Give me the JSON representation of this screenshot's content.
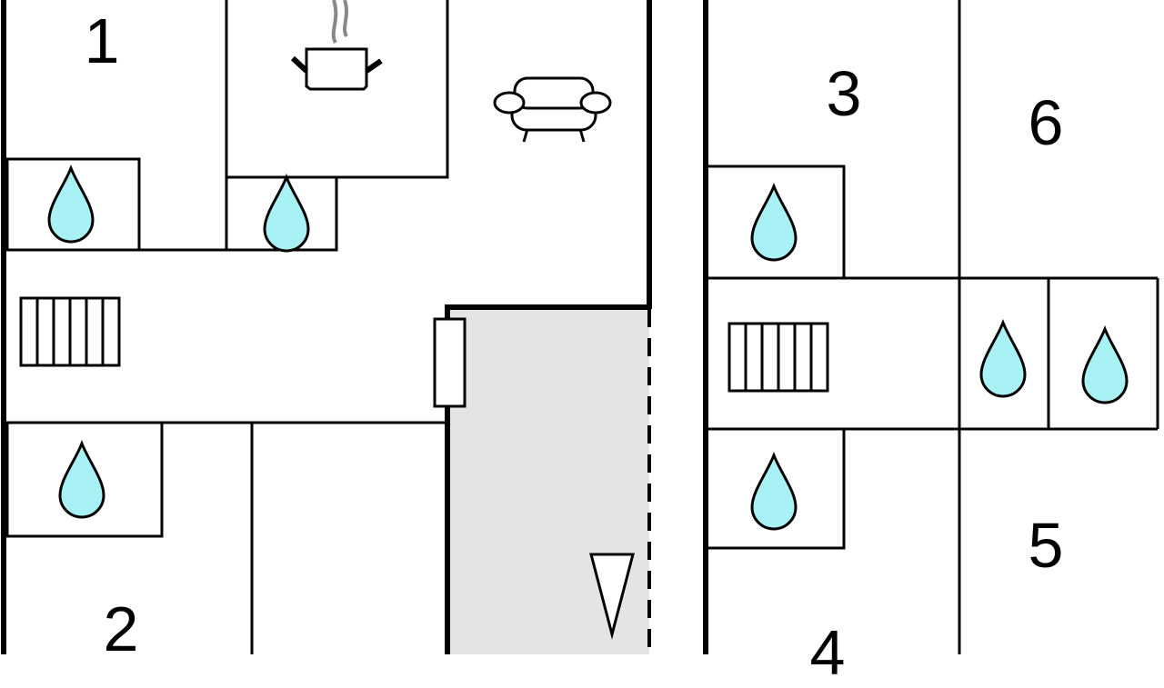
{
  "rooms": [
    {
      "label": "1"
    },
    {
      "label": "2"
    },
    {
      "label": "3"
    },
    {
      "label": "4"
    },
    {
      "label": "5"
    },
    {
      "label": "6"
    }
  ],
  "icons": [
    "cooking-pot-icon",
    "sofa-icon",
    "water-drop-icon",
    "radiator-icon",
    "door-icon",
    "direction-arrow-icon"
  ],
  "colors": {
    "water": "#a8f2f6",
    "terrace": "#e4e4e4",
    "wall": "#000000"
  }
}
